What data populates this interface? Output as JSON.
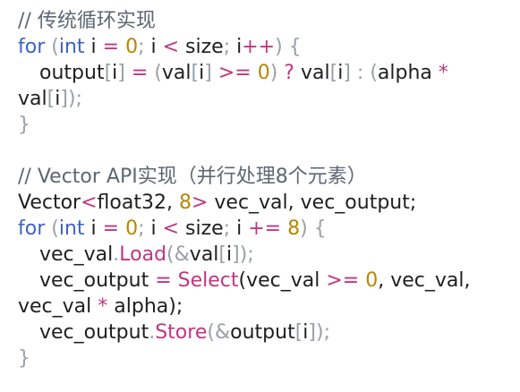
{
  "code": {
    "line1": "// 传统循环实现",
    "line2_kw_for": "for",
    "line2_paren_open": " (",
    "line2_kw_int": "int",
    "line2_i": " i ",
    "line2_eq": "=",
    "line2_space": " ",
    "line2_zero": "0",
    "line2_semi": ";",
    "line2_i2": " i ",
    "line2_lt": "<",
    "line2_size": " size",
    "line2_semi2": ";",
    "line2_i3": " i",
    "line2_plusplus": "++",
    "line2_close": ") {",
    "line3_output": "output",
    "line3_lb": "[",
    "line3_i": "i",
    "line3_rb": "]",
    "line3_space": " ",
    "line3_eq": "=",
    "line3_paren": " (",
    "line3_val": "val",
    "line3_lb2": "[",
    "line3_i2": "i",
    "line3_rb2": "]",
    "line3_space2": " ",
    "line3_ge": ">=",
    "line3_space3": " ",
    "line3_zero": "0",
    "line3_rparen": ")",
    "line3_q": " ? ",
    "line3_val2": "val",
    "line3_lb3": "[",
    "line3_i3": "i",
    "line3_rb3": "]",
    "line3_colon": " : (",
    "line3_alpha": "alpha",
    "line3_star": " *",
    "line4_val": "val",
    "line4_lb": "[",
    "line4_i": "i",
    "line4_rb": "]",
    "line4_end": ");",
    "line5_brace": "}",
    "line7_comment": "// Vector API实现（并行处理8个元素）",
    "line8_vector": "Vector",
    "line8_lt": "<",
    "line8_float": "float32, ",
    "line8_eight": "8",
    "line8_gt": ">",
    "line8_rest": " vec_val, vec_output;",
    "line9_kw_for": "for",
    "line9_paren_open": " (",
    "line9_kw_int": "int",
    "line9_i": " i ",
    "line9_eq": "=",
    "line9_space": " ",
    "line9_zero": "0",
    "line9_semi": ";",
    "line9_i2": " i ",
    "line9_lt": "<",
    "line9_size": " size",
    "line9_semi2": ";",
    "line9_i3": " i ",
    "line9_pluseq": "+=",
    "line9_space2": " ",
    "line9_eight": "8",
    "line9_close": ") {",
    "line10_vecval": "vec_val",
    "line10_dot": ".",
    "line10_load": "Load",
    "line10_paren": "(&",
    "line10_val": "val",
    "line10_lb": "[",
    "line10_i": "i",
    "line10_rb": "]",
    "line10_end": ");",
    "line11_vecout": "vec_output ",
    "line11_eq": "=",
    "line11_space": " ",
    "line11_select": "Select",
    "line11_paren": "(vec_val ",
    "line11_ge": ">=",
    "line11_space2": " ",
    "line11_zero": "0",
    "line11_rest": ", vec_val,",
    "line12_vecval": "vec_val ",
    "line12_star": "*",
    "line12_rest": " alpha);",
    "line13_vecout": "vec_output",
    "line13_dot": ".",
    "line13_store": "Store",
    "line13_paren": "(&",
    "line13_output": "output",
    "line13_lb": "[",
    "line13_i": "i",
    "line13_rb": "]",
    "line13_end": ");",
    "line14_brace": "}"
  },
  "colors": {
    "comment": "#5d6773",
    "keyword": "#3b63c4",
    "number": "#b88600",
    "operator": "#c2357f",
    "text": "#1f1f1f",
    "punctuation": "#9aa0a6"
  }
}
